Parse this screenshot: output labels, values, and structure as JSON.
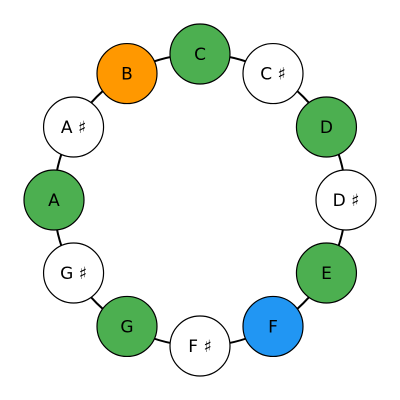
{
  "diagram": {
    "ring_color": "#000000",
    "notes": [
      {
        "label": "C",
        "fill": "#4caf50"
      },
      {
        "label": "C ♯",
        "fill": "#ffffff"
      },
      {
        "label": "D",
        "fill": "#4caf50"
      },
      {
        "label": "D ♯",
        "fill": "#ffffff"
      },
      {
        "label": "E",
        "fill": "#4caf50"
      },
      {
        "label": "F",
        "fill": "#2196f3"
      },
      {
        "label": "F ♯",
        "fill": "#ffffff"
      },
      {
        "label": "G",
        "fill": "#4caf50"
      },
      {
        "label": "G ♯",
        "fill": "#ffffff"
      },
      {
        "label": "A",
        "fill": "#4caf50"
      },
      {
        "label": "A ♯",
        "fill": "#ffffff"
      },
      {
        "label": "B",
        "fill": "#ff9800"
      }
    ]
  }
}
